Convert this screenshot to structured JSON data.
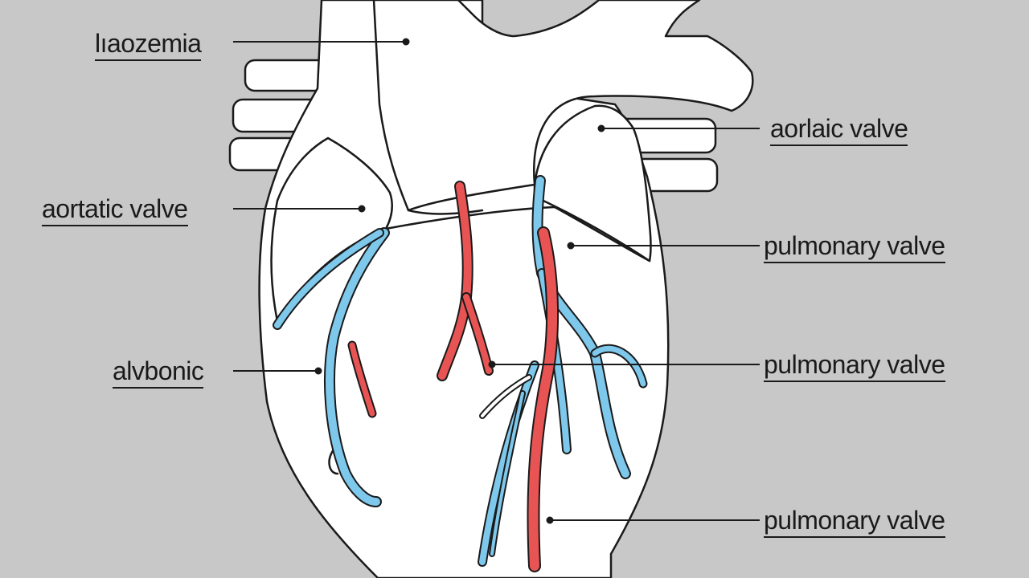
{
  "diagram": {
    "subject": "heart-anatomy",
    "colors": {
      "background": "#c8c8c8",
      "outline": "#1a1a1a",
      "fill": "#ffffff",
      "vein": "#7ec8ec",
      "artery": "#e85454"
    },
    "labels": {
      "left_top": "lıaozemia",
      "left_middle": "aortatic valve",
      "left_bottom": "alvbonic",
      "right_top": "aorlaic valve",
      "right_upper_mid": "pulmonary valve",
      "right_lower_mid": "pulmonary valve",
      "right_bottom": "pulmonary valve"
    }
  }
}
